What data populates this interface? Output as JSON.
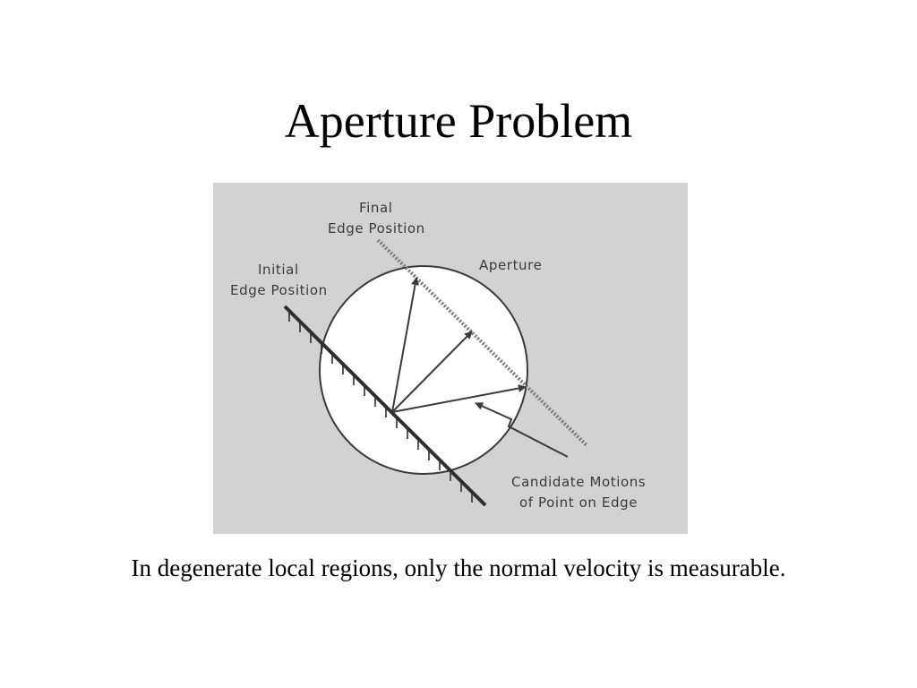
{
  "slide": {
    "title": "Aperture Problem",
    "caption": "In degenerate local regions, only the normal velocity is measurable."
  },
  "diagram": {
    "labels": {
      "final_line1": "Final",
      "final_line2": "Edge  Position",
      "initial_line1": "Initial",
      "initial_line2": "Edge  Position",
      "aperture": "Aperture",
      "candidate_line1": "Candidate  Motions",
      "candidate_line2": "of Point  on  Edge"
    },
    "colors": {
      "background": "#d2d2d2",
      "aperture_fill": "#ffffff",
      "ink": "#3a3a3a"
    }
  }
}
